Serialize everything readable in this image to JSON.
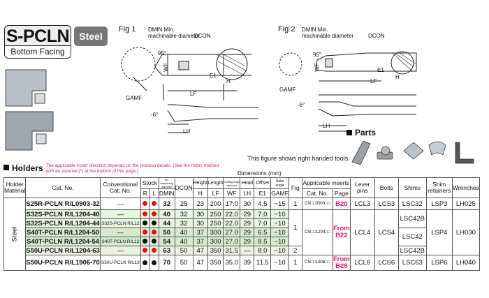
{
  "badge": {
    "title": "S-PCLN",
    "subtitle": "Bottom Facing"
  },
  "material_tag": "Steel",
  "fig1": {
    "label": "Fig 1",
    "dmin": "DMIN Min.",
    "machinable": "machinable diameter",
    "dcon": "DCON",
    "angle95": "95°",
    "wf": "WF",
    "h": "H",
    "lf": "LF",
    "e1": "E1",
    "gamf": "GAMF",
    "angle6": "-6°",
    "lh": "LH"
  },
  "fig2": {
    "label": "Fig 2",
    "dmin": "DMIN Min.",
    "machinable": "machinable diameter",
    "dcon": "DCON",
    "angle95": "95°",
    "wf": "WF",
    "h": "H",
    "lf": "LF",
    "e1": "E1",
    "gamf": "GAMF",
    "angle6": "-6°",
    "lh": "LH"
  },
  "parts_title": "Parts",
  "right_hand_note": "This figure shows right handed tools.",
  "holders_title": "Holders",
  "holders_note": "The applicable insert direction depends on the process details. (See the notes marked with an asterisk (*) at the bottom of this page.)",
  "headers": {
    "holder_material": "Holder Material",
    "cat_no": "Cat. No.",
    "conventional": "Conventional Cat. No.",
    "stock": "Stock",
    "r": "R",
    "l": "L",
    "dmin_note": "No. machining diameter",
    "dmin": "DMIN",
    "dcon": "DCON",
    "height": "Height",
    "h": "H",
    "length": "Length",
    "lf": "LF",
    "cutting_edge": "Cutting edge distance",
    "wf": "WF",
    "head": "Head",
    "lh": "LH",
    "offset": "Offset",
    "e1": "E1",
    "rake": "Rake angle",
    "gamf": "GAMF",
    "dimensions": "Dimensions (mm)",
    "fig": "Fig",
    "applicable_inserts": "Applicable inserts",
    "ins_cat": "Cat. No.",
    "page": "Page",
    "lever_pins": "Lever pins",
    "bolts": "Bolts",
    "shims": "Shims",
    "shim_retainers": "Shim retainers",
    "wrenches": "Wrenches"
  },
  "material": "Steel",
  "rows": [
    {
      "cat": "S25R-PCLN R/L0903-32",
      "conv": "—",
      "dmin": "32",
      "dcon": "25",
      "h": "23",
      "lf": "200",
      "wf": "17.0",
      "lh": "30",
      "e1": "4.5",
      "gamf": "−15",
      "fig": "1",
      "ins": "CN□□0903□□",
      "page": "B20",
      "lever": "LCL3",
      "bolt": "LCS3",
      "shim": "LSC32",
      "ret": "LSP3",
      "wr": "LH025"
    },
    {
      "cat": "S32S-PCLN R/L1204-40",
      "conv": "—",
      "dmin": "40",
      "dcon": "32",
      "h": "30",
      "lf": "250",
      "wf": "22.0",
      "lh": "29",
      "e1": "7.0",
      "gamf": "−10"
    },
    {
      "cat": "S32S-PCLN R/L1204-44",
      "conv": "S32S-PCLN R/L12",
      "dmin": "44",
      "dcon": "32",
      "h": "30",
      "lf": "250",
      "wf": "22.0",
      "lh": "29",
      "e1": "7.0",
      "gamf": "−10"
    },
    {
      "cat": "S40T-PCLN R/L1204-50",
      "conv": "—",
      "dmin": "50",
      "dcon": "40",
      "h": "37",
      "lf": "300",
      "wf": "27.0",
      "lh": "29",
      "e1": "6.5",
      "gamf": "−10"
    },
    {
      "cat": "S40T-PCLN R/L1204-54",
      "conv": "S40T-PCLN R/L12",
      "dmin": "54",
      "dcon": "40",
      "h": "37",
      "lf": "300",
      "wf": "27.0",
      "lh": "29",
      "e1": "8.5",
      "gamf": "−10"
    },
    {
      "cat": "S50U-PCLN R/L1204-63",
      "conv": "—",
      "dmin": "63",
      "dcon": "50",
      "h": "47",
      "lf": "350",
      "wf": "31.5",
      "lh": "—",
      "e1": "8.0",
      "gamf": "−10"
    },
    {
      "cat": "S50U-PCLN R/L1906-70",
      "conv": "S50U-PCLN R/L19",
      "dmin": "70",
      "dcon": "50",
      "h": "47",
      "lf": "350",
      "wf": "35.0",
      "lh": "39",
      "e1": "11.5",
      "gamf": "−10",
      "fig": "1",
      "ins": "CN□□1906□□",
      "page_from": "From",
      "page": "B28",
      "lever": "LCL6",
      "bolt": "LCS6",
      "shim": "LSC63",
      "ret": "LSP6",
      "wr": "LH040"
    }
  ],
  "group1204": {
    "fig1": "1",
    "fig2": "2",
    "ins": "CN□□1204□□",
    "page_from": "From",
    "page": "B22",
    "lever": "LCL4",
    "bolt": "LCS4",
    "shim_a": "LSC42B",
    "shim_b": "LSC42",
    "shim_c": "LSC42B",
    "ret": "LSP4",
    "wr": "LH030"
  },
  "stock_colors": {
    "red": "#e11111",
    "black": "#111111"
  }
}
